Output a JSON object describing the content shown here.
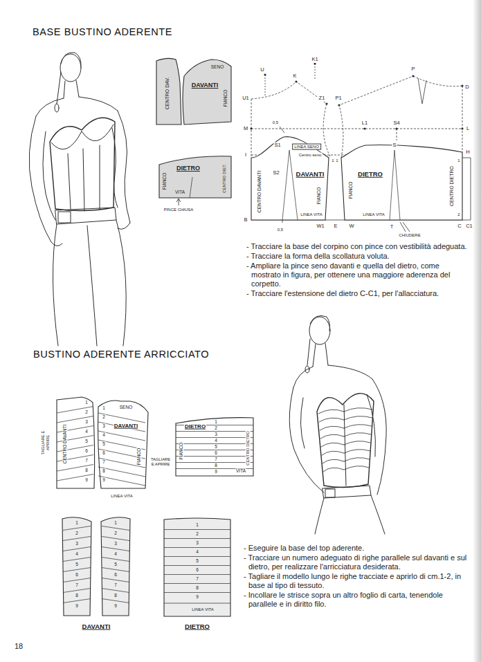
{
  "diagram": {
    "title": "BASE BUSTINO ADERENTE",
    "nodes": [
      {
        "text": [
          "CENTRO DAV.",
          "DAVANTI",
          "SENO",
          "FIANCO"
        ]
      },
      {
        "text": [
          "FIANCO",
          "DIETRO",
          "CENTRO DIET.",
          "VITA"
        ]
      },
      {
        "text": [
          "CENTRO DAVANTI",
          "DAVANTI",
          "FIANCO"
        ]
      },
      {
        "text": [
          "FIANCO",
          "DIETRO",
          "CENTRO DIETRO"
        ]
      },
      {
        "text": [
          "CENTRO DAVANTI",
          "1",
          "2",
          "3",
          "4",
          "5",
          "6",
          "7",
          "8",
          "9"
        ]
      },
      {
        "text": [
          "SENO",
          "DAVANTI",
          "FIANCO",
          "1",
          "2",
          "3",
          "4",
          "5",
          "6",
          "7",
          "8",
          "9"
        ]
      },
      {
        "text": [
          "DIETRO",
          "FIANCO",
          "CENTRO DIETRO",
          "VITA",
          "1",
          "2",
          "3",
          "4",
          "5",
          "6",
          "7",
          "8",
          "9"
        ]
      },
      {
        "text": [
          "1",
          "2",
          "3",
          "4",
          "5",
          "6",
          "7",
          "8",
          "9"
        ]
      },
      {
        "text": [
          "1",
          "2",
          "3",
          "4",
          "5",
          "6",
          "7",
          "8",
          "9"
        ]
      },
      {
        "text": [
          "1",
          "2",
          "3",
          "4",
          "5",
          "6",
          "7",
          "8",
          "9",
          "LINEA VITA"
        ]
      }
    ],
    "labels": [
      "BUSTINO ADERENTE ARRICCIATO",
      "PINCE CHIUSA",
      "U",
      "K",
      "K1",
      "Z1",
      "P1",
      "P",
      "D",
      "U1",
      "M",
      "0,5",
      "L1",
      "S4",
      "L",
      "I",
      "S1",
      "LINEA SENO",
      "H",
      "1",
      "1",
      "1",
      "Centro seno",
      "S2",
      "S",
      "LINEA VITA",
      "LINEA VITA",
      "2",
      "B",
      "0,5",
      "W1",
      "E",
      "W",
      "T",
      "C",
      "C1",
      "CHIUDERE",
      "- Tracciare la base del corpino con pince con vestibilità adeguata.",
      "- Tracciare la forma della scollatura voluta.",
      "- Ampliare la pince seno davanti e quella del dietro, come mostrato in figura, per ottenere una maggiore aderenza del corpetto.",
      "- Tracciare l'estensione del dietro C-C1, per l'allacciatura.",
      "TAGLIARE E APRIRE",
      "TAGLIARE E APRIRE",
      "LINEA VITA",
      "DAVANTI",
      "DIETRO",
      "- Eseguire la base del top aderente.",
      "- Tracciare un numero adeguato di righe parallele sul davanti e sul dietro, per realizzare l'arricciatura desiderata.",
      "- Tagliare il modello lungo le righe tracciate e aprirlo di cm.1-2, in base al tipo di tessuto.",
      "- Incollare le strisce sopra un altro foglio di carta, tenendole parallele e in diritto filo.",
      "18"
    ]
  }
}
